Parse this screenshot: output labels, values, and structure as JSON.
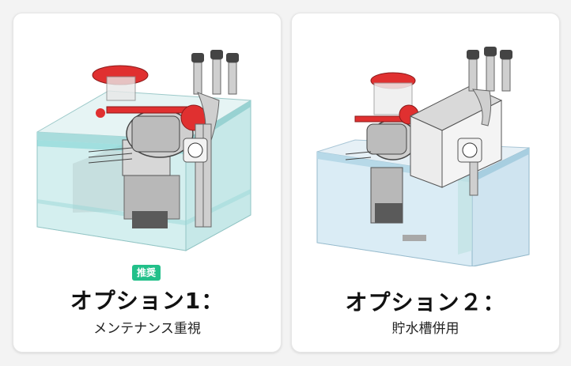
{
  "options": [
    {
      "badge": "推奨",
      "title": "オプション1：",
      "subtitle": "メンテナンス重視"
    },
    {
      "title": "オプション２：",
      "subtitle": "貯水槽併用"
    }
  ],
  "colors": {
    "badge_bg": "#22c08a",
    "accent_red": "#e03030",
    "tank_glass": "#bfe6e6"
  }
}
